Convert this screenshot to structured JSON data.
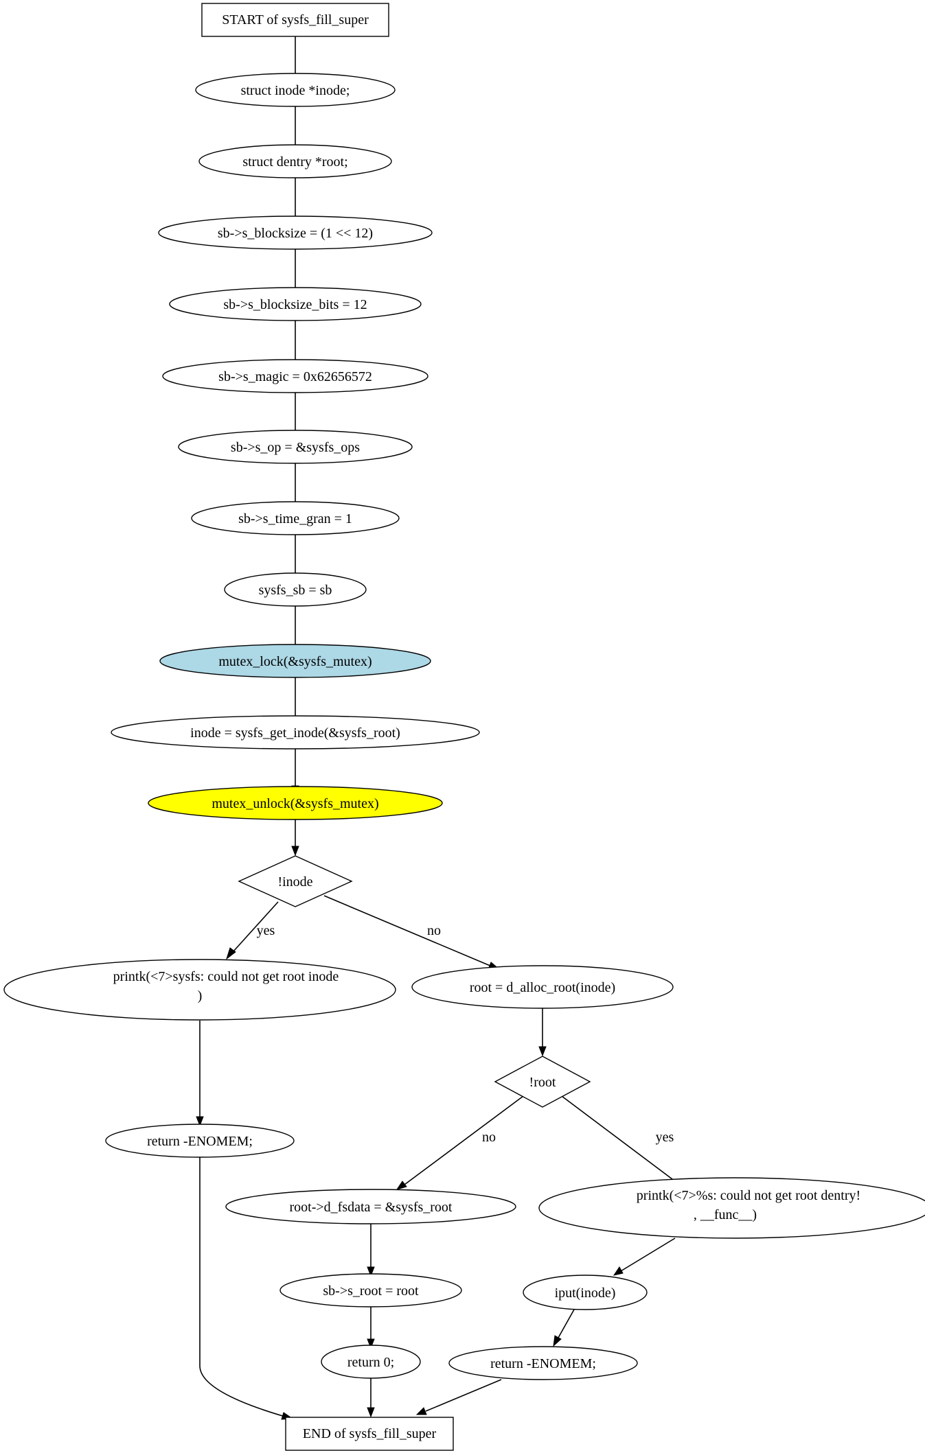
{
  "colors": {
    "mutex_lock_fill": "#add8e6",
    "mutex_unlock_fill": "#ffff00",
    "default_fill": "#ffffff",
    "stroke": "#000000"
  },
  "nodes": {
    "start": "START of sysfs_fill_super",
    "inode_decl": "struct inode *inode;",
    "root_decl": "struct dentry *root;",
    "blocksize": "sb->s_blocksize = (1 << 12)",
    "blocksize_bits": "sb->s_blocksize_bits = 12",
    "magic": "sb->s_magic = 0x62656572",
    "op": "sb->s_op = &sysfs_ops",
    "time_gran": "sb->s_time_gran = 1",
    "sysfs_sb": "sysfs_sb = sb",
    "mutex_lock": "mutex_lock(&sysfs_mutex)",
    "get_inode": "inode = sysfs_get_inode(&sysfs_root)",
    "mutex_unlock": "mutex_unlock(&sysfs_mutex)",
    "cond_inode": "!inode",
    "printk_inode_line1": "printk(<7>sysfs: could not get root inode",
    "printk_inode_line2": ")",
    "alloc_root": "root = d_alloc_root(inode)",
    "ret_enomem_1": "return -ENOMEM;",
    "cond_root": "!root",
    "fsdata": "root->d_fsdata = &sysfs_root",
    "printk_root_line1": "printk(<7>%s: could not get root dentry!",
    "printk_root_line2": ", __func__)",
    "s_root": "sb->s_root = root",
    "iput": "iput(inode)",
    "ret_zero": "return 0;",
    "ret_enomem_2": "return -ENOMEM;",
    "end": "END of sysfs_fill_super"
  },
  "edge_labels": {
    "inode_yes": "yes",
    "inode_no": "no",
    "root_no": "no",
    "root_yes": "yes"
  }
}
